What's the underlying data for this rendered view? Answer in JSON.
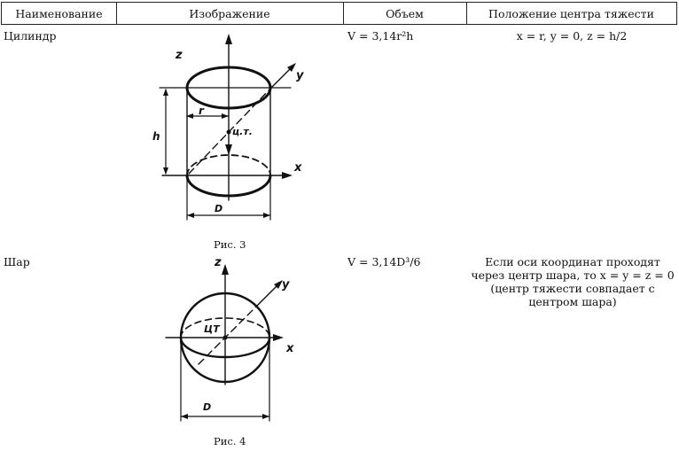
{
  "table": {
    "headers": [
      "Наименование",
      "Изображение",
      "Объем",
      "Положение центра тяжести"
    ],
    "rows": [
      {
        "name": "Цилиндр",
        "volume": "V = 3,14r²h",
        "center": "x = r, y = 0, z = h/2",
        "figure": {
          "caption": "Рис. 3",
          "labels": {
            "z": "z",
            "y": "y",
            "x": "x",
            "r": "r",
            "h": "h",
            "ct": "ц.т.",
            "d": "D"
          }
        }
      },
      {
        "name": "Шар",
        "volume": "V = 3,14D³/6",
        "center": "Если оси координат проходят через центр шара, то x = y = z = 0 (центр тяжести совпадает с центром шара)",
        "figure": {
          "caption": "Рис. 4",
          "labels": {
            "z": "z",
            "y": "y",
            "x": "x",
            "ct": "ЦТ",
            "d": "D"
          }
        }
      }
    ]
  }
}
